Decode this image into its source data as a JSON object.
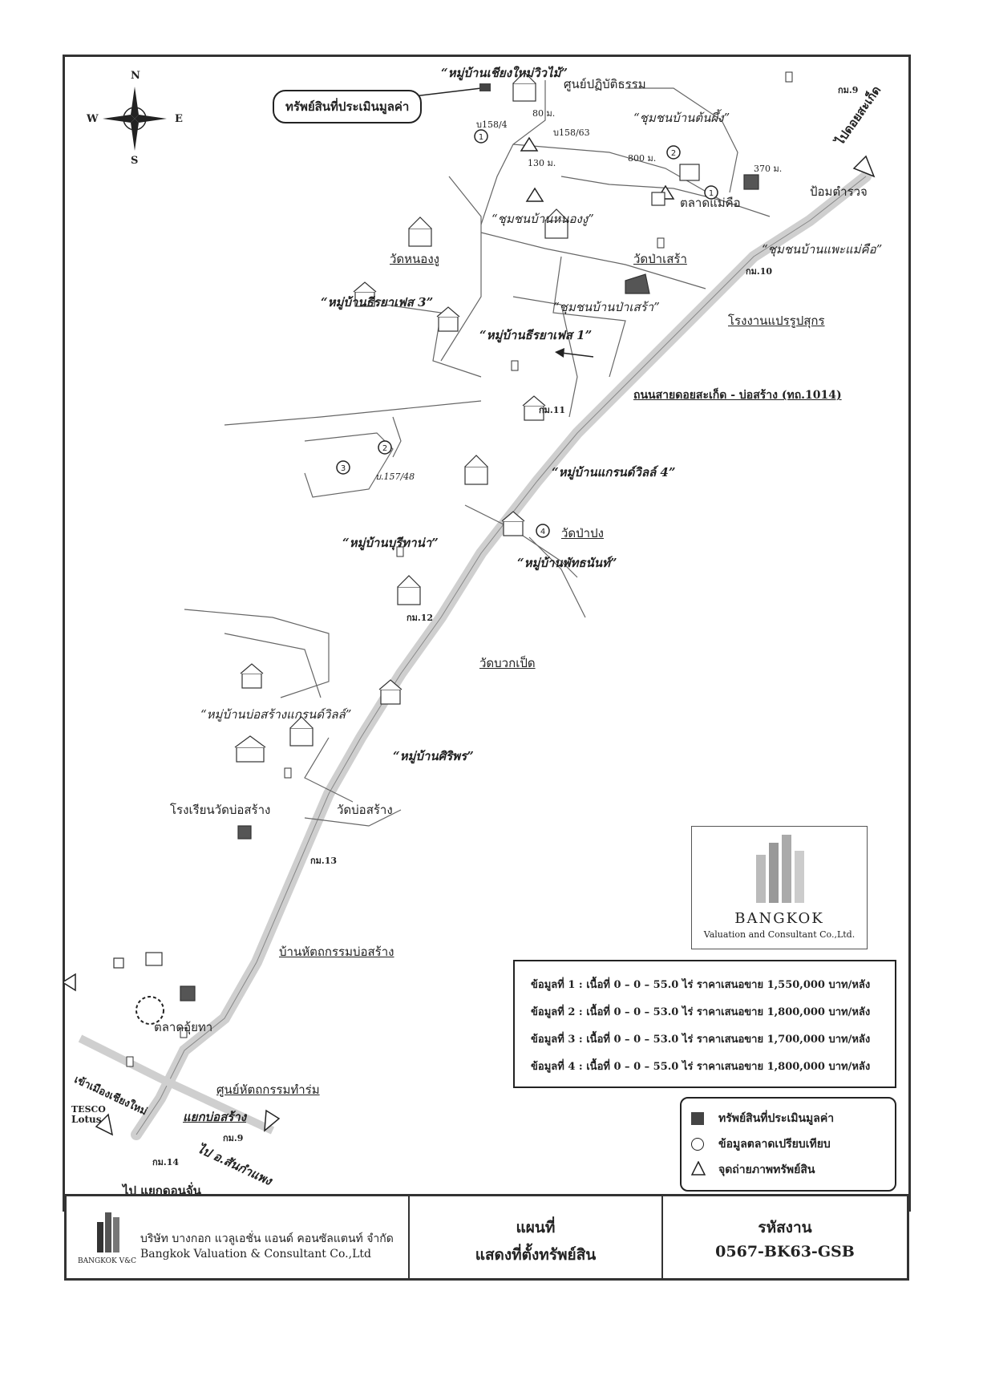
{
  "map": {
    "target_callout": "ทรัพย์สินที่ประเมินมูลค่า",
    "compass": {
      "n": "N",
      "s": "S",
      "e": "E",
      "w": "W"
    },
    "labels": {
      "village_chiangmai": "“หมู่บ้านเชียงใหม่วิวไม้”",
      "meditation_center": "ศูนย์ปฏิบัติธรรม",
      "b158_4": "บ158/4",
      "dist_80": "80 ม.",
      "b158_63": "บ158/63",
      "community_tonphueng": "“ชุมชนบ้านต้นผึ้ง”",
      "dist_130": "130 ม.",
      "dist_800": "800 ม.",
      "dist_370": "370 ม.",
      "km9_top": "กม.9",
      "to_doisaket": "ไปดอยสะเก็ด",
      "police": "ป้อมตำรวจ",
      "market_maekue": "ตลาดแม่คือ",
      "community_nongngu": "“ชุมชนบ้านหนองงู”",
      "community_maekue": "“ชุมชนบ้านแพะแม่คือ”",
      "wat_nongngu": "วัดหนองงู",
      "wat_pasao": "วัดป่าเสร้า",
      "km10": "กม.10",
      "village_teerawet3": "“หมู่บ้านธีรยาเฟส 3”",
      "community_pasao": "“ชุมชนบ้านป่าเสร้า”",
      "pork_factory": "โรงงานแปรรูปสุกร",
      "village_teerawet1": "“หมู่บ้านธีรยาเฟส 1”",
      "road_name": "ถนนสายดอยสะเก็ด - บ่อสร้าง (ทถ.1014)",
      "km11": "กม.11",
      "b157_48": "บ.157/48",
      "village_grandville4": "“หมู่บ้านแกรนด์วิลล์ 4”",
      "wat_papong": "วัดป่าปง",
      "village_bureerum": "“หมู่บ้านบุรีทาน่า”",
      "village_phuttanan": "“หมู่บ้านพัทธนันท์”",
      "km12": "กม.12",
      "wat_buakkhok": "วัดบวกเป็ด",
      "village_borsang_grandville": "“หมู่บ้านบ่อสร้างแกรนด์วิลล์”",
      "village_siriporn": "“หมู่บ้านศิริพร”",
      "school_watborsang": "โรงเรียนวัดบ่อสร้าง",
      "wat_borsang": "วัดบ่อสร้าง",
      "km13": "กม.13",
      "handicraft_house": "บ้านหัตถกรรมบ่อสร้าง",
      "market_utha": "ตลาดอุ้ยทา",
      "to_chiangmai": "เข้าเมืองเชียงใหม่",
      "tesco": "TESCO",
      "lotus": "Lotus",
      "handicraft_center": "ศูนย์หัตถกรรมทำร่ม",
      "junction_borsang": "แยกบ่อสร้าง",
      "km9_bottom": "กม.9",
      "to_sankamphaeng": "ไป อ.สันกำแพง",
      "km14": "กม.14",
      "to_donchan": "ไป แยกดอนจั่น"
    }
  },
  "logo_box": {
    "line1": "BANGKOK",
    "line2": "Valuation and Consultant Co.,Ltd."
  },
  "comparables": [
    {
      "no": "ข้อมูลที่ 1 :",
      "area": "เนื้อที่  0 – 0 – 55.0 ไร่",
      "price": "ราคาเสนอขาย  1,550,000 บาท/หลัง"
    },
    {
      "no": "ข้อมูลที่ 2 :",
      "area": "เนื้อที่  0 – 0 – 53.0 ไร่",
      "price": "ราคาเสนอขาย  1,800,000 บาท/หลัง"
    },
    {
      "no": "ข้อมูลที่ 3 :",
      "area": "เนื้อที่  0 – 0 – 53.0 ไร่",
      "price": "ราคาเสนอขาย  1,700,000 บาท/หลัง"
    },
    {
      "no": "ข้อมูลที่ 4 :",
      "area": "เนื้อที่  0 – 0 – 55.0 ไร่",
      "price": "ราคาเสนอขาย  1,800,000 บาท/หลัง"
    }
  ],
  "legend": {
    "subject": "ทรัพย์สินที่ประเมินมูลค่า",
    "comparable": "ข้อมูลตลาดเปรียบเทียบ",
    "photo": "จุดถ่ายภาพทรัพย์สิน"
  },
  "footer": {
    "company_th": "บริษัท บางกอก แวลูเอชั่น แอนด์ คอนซัลแตนท์ จำกัด",
    "company_en": "Bangkok Valuation & Consultant Co.,Ltd",
    "logo_text": "BANGKOK V&C",
    "title_line1": "แผนที่",
    "title_line2": "แสดงที่ตั้งทรัพย์สิน",
    "code_label": "รหัสงาน",
    "code_value": "0567-BK63-GSB"
  },
  "colors": {
    "road": "#d9d9d9",
    "line": "#222222",
    "subject": "#444444"
  }
}
